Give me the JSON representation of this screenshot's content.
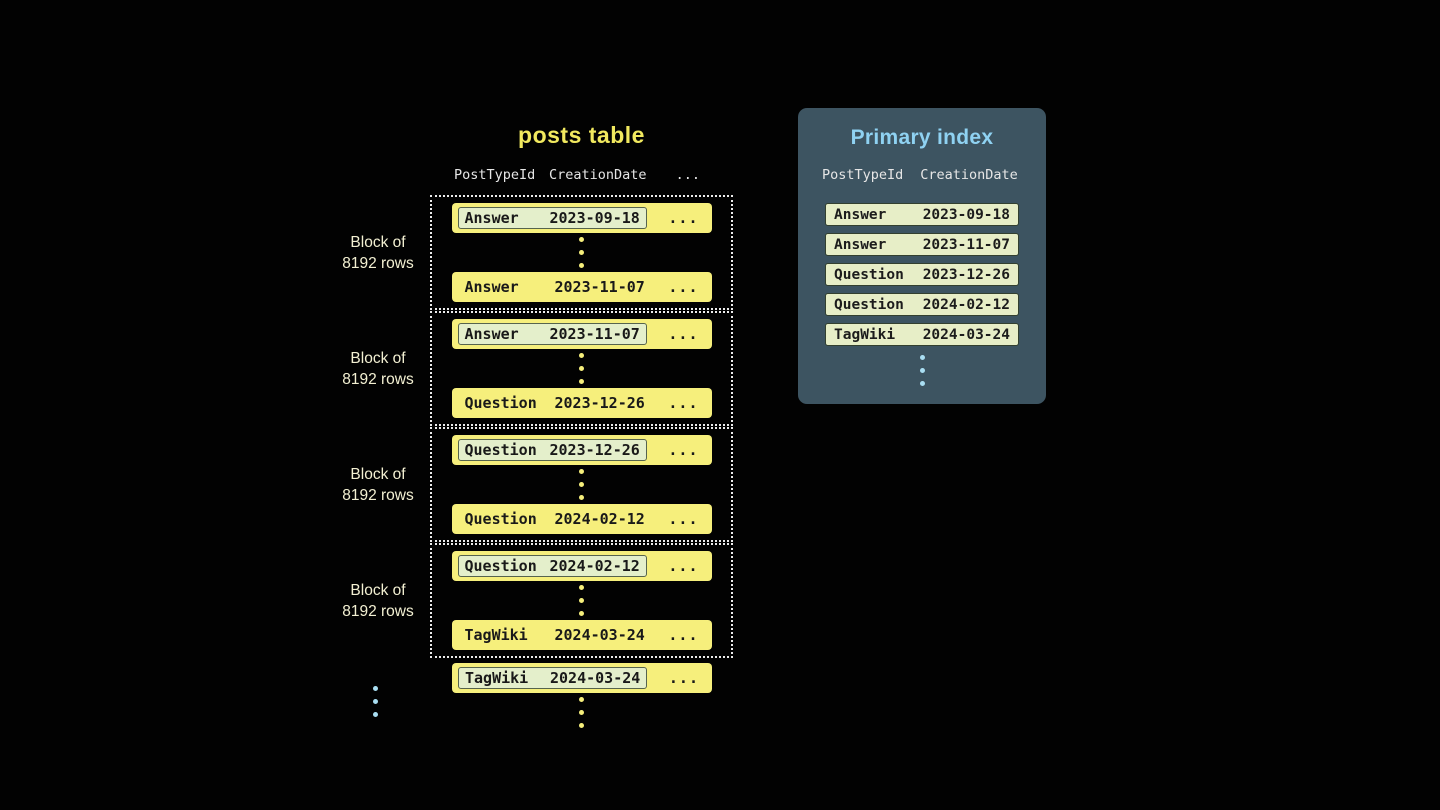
{
  "colors": {
    "background": "#020202",
    "row_yellow": "#f6ef7c",
    "boxed_bg": "#e4efcb",
    "boxed_border": "#56644d",
    "index_panel_bg": "#3d5461",
    "index_row_bg": "#e7eec7",
    "index_row_border": "#33402f",
    "title_yellow": "#f1e95f",
    "title_blue": "#8fd2f2",
    "header_text": "#e6e6e6",
    "block_label": "#f3f0d2",
    "dot_yellow": "#f6ef7c",
    "dot_blue": "#a9def2"
  },
  "posts_table": {
    "title": "posts table",
    "headers": {
      "col1": "PostTypeId",
      "col2": "CreationDate",
      "col3": "..."
    },
    "row_ellipsis": "...",
    "blocks": [
      {
        "label": "Block of\n8192 rows",
        "first_type": "Answer",
        "first_date": "2023-09-18",
        "last_type": "Answer",
        "last_date": "2023-11-07"
      },
      {
        "label": "Block of\n8192 rows",
        "first_type": "Answer",
        "first_date": "2023-11-07",
        "last_type": "Question",
        "last_date": "2023-12-26"
      },
      {
        "label": "Block of\n8192 rows",
        "first_type": "Question",
        "first_date": "2023-12-26",
        "last_type": "Question",
        "last_date": "2024-02-12"
      },
      {
        "label": "Block of\n8192 rows",
        "first_type": "Question",
        "first_date": "2024-02-12",
        "last_type": "TagWiki",
        "last_date": "2024-03-24"
      }
    ],
    "overflow_row": {
      "type": "TagWiki",
      "date": "2024-03-24"
    }
  },
  "primary_index": {
    "title": "Primary index",
    "headers": {
      "col1": "PostTypeId",
      "col2": "CreationDate"
    },
    "rows": [
      {
        "type": "Answer",
        "date": "2023-09-18"
      },
      {
        "type": "Answer",
        "date": "2023-11-07"
      },
      {
        "type": "Question",
        "date": "2023-12-26"
      },
      {
        "type": "Question",
        "date": "2024-02-12"
      },
      {
        "type": "TagWiki",
        "date": "2024-03-24"
      }
    ]
  }
}
